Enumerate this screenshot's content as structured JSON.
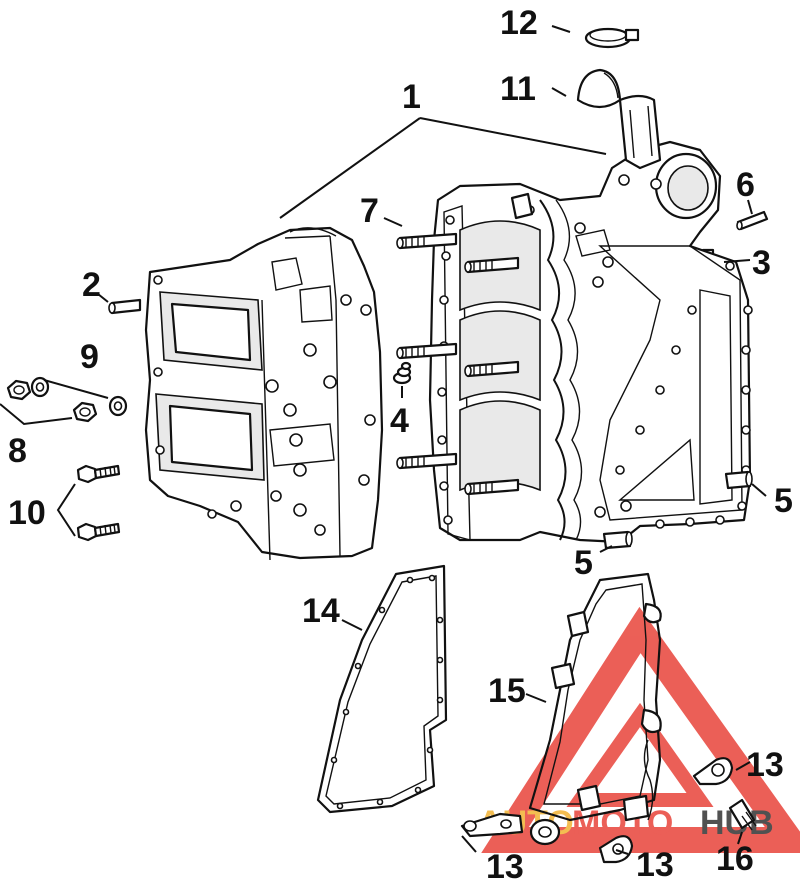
{
  "callouts": {
    "c1": "1",
    "c2": "2",
    "c3": "3",
    "c4": "4",
    "c5a": "5",
    "c5b": "5",
    "c6": "6",
    "c7": "7",
    "c8": "8",
    "c9": "9",
    "c10": "10",
    "c11": "11",
    "c12": "12",
    "c13a": "13",
    "c13b": "13",
    "c13c": "13",
    "c14": "14",
    "c15": "15",
    "c16": "16"
  },
  "watermark": {
    "text_a": "AUTO",
    "text_b": "MOTO",
    "text_c": "HUB",
    "color_red": "#e8443a",
    "color_gold": "#f2b233",
    "color_dark": "#333333"
  }
}
